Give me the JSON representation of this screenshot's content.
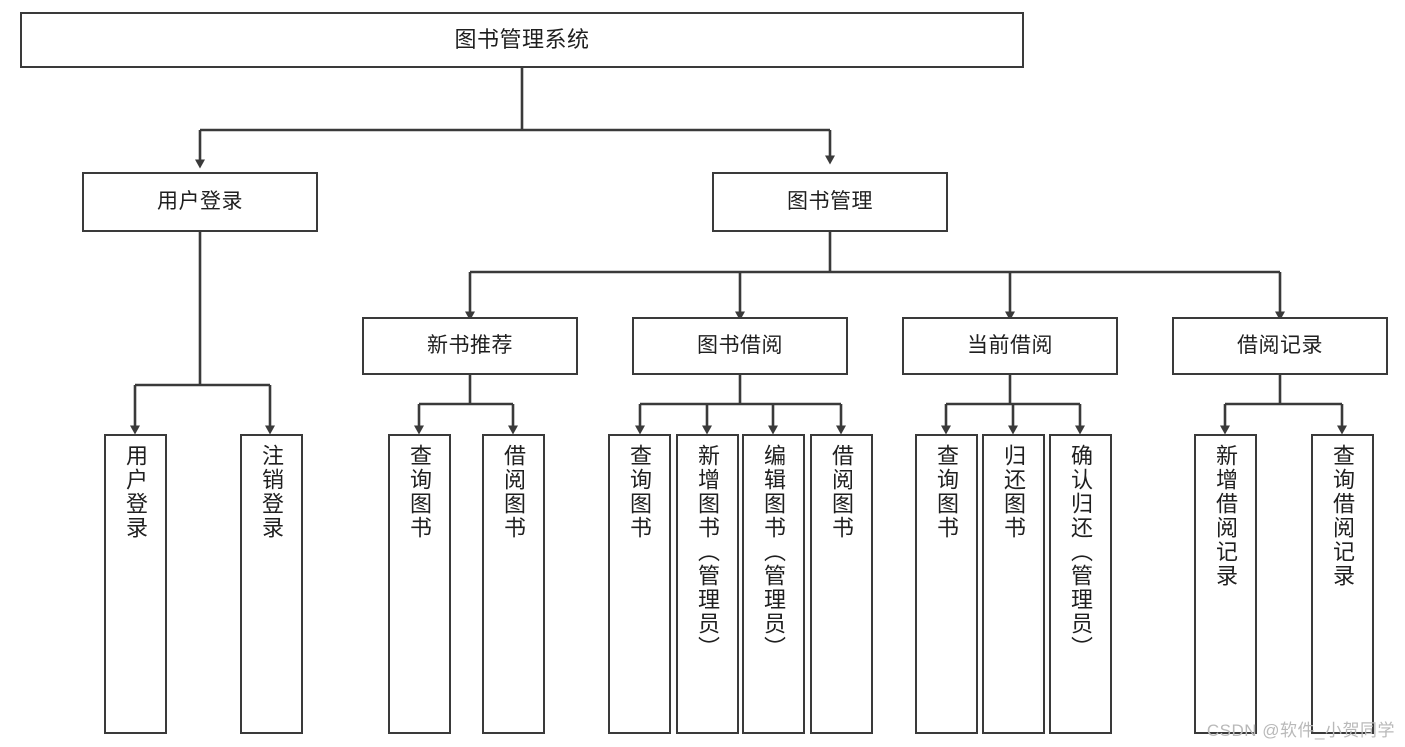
{
  "diagram": {
    "title": "图书管理系统",
    "watermark": "CSDN @软件_小贺同学",
    "stroke_color": "#3a3a3a",
    "fill_color": "#ffffff",
    "nodes": {
      "root": {
        "label": "图书管理系统"
      },
      "level1": [
        {
          "label": "用户登录"
        },
        {
          "label": "图书管理"
        }
      ],
      "level2": [
        {
          "label": "新书推荐"
        },
        {
          "label": "图书借阅"
        },
        {
          "label": "当前借阅"
        },
        {
          "label": "借阅记录"
        }
      ],
      "leaves": {
        "user_login": [
          {
            "label": "用户登录"
          },
          {
            "label": "注销登录"
          }
        ],
        "new_book_recommend": [
          {
            "label": "查询图书"
          },
          {
            "label": "借阅图书"
          }
        ],
        "book_borrow": [
          {
            "label": "查询图书"
          },
          {
            "label": "新增图书（管理员）"
          },
          {
            "label": "编辑图书（管理员）"
          },
          {
            "label": "借阅图书"
          }
        ],
        "current_borrow": [
          {
            "label": "查询图书"
          },
          {
            "label": "归还图书"
          },
          {
            "label": "确认归还（管理员）"
          }
        ],
        "borrow_record": [
          {
            "label": "新增借阅记录"
          },
          {
            "label": "查询借阅记录"
          }
        ]
      }
    }
  }
}
